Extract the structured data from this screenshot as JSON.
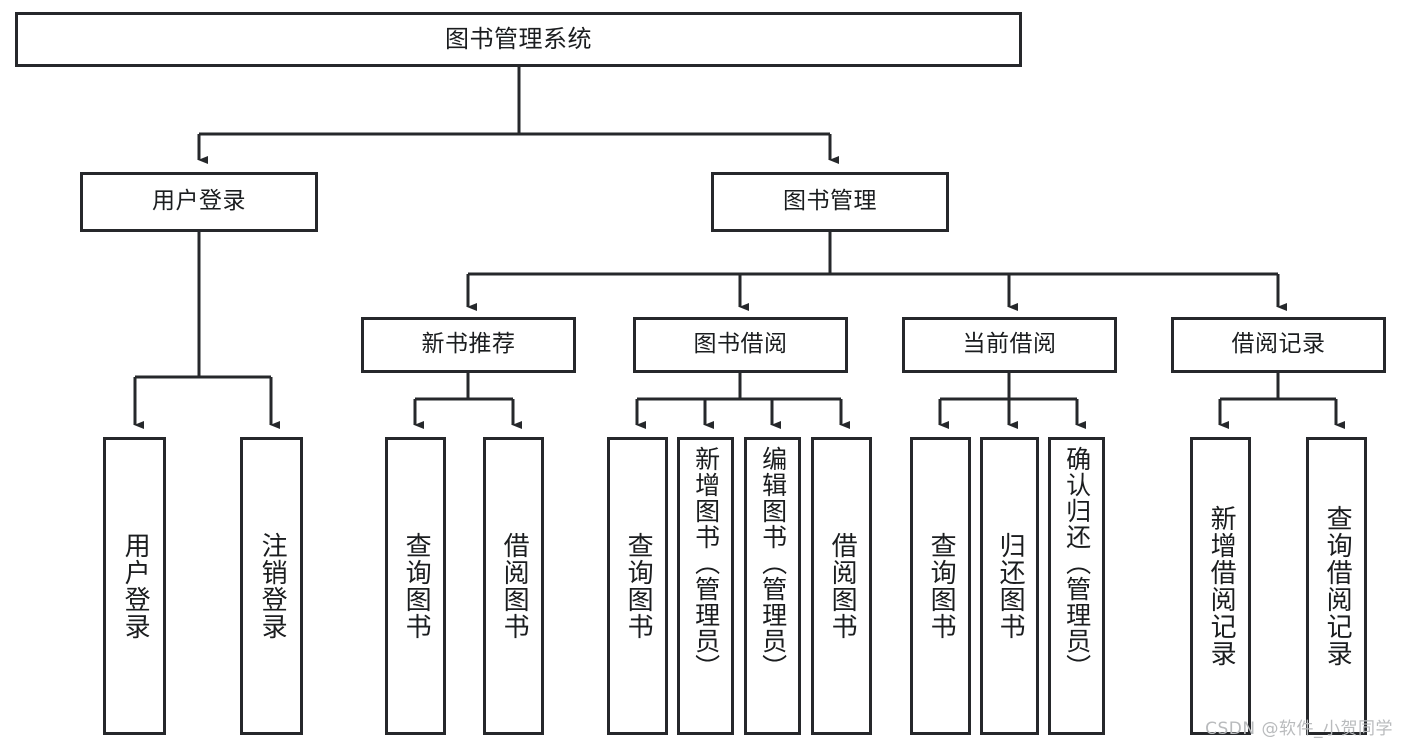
{
  "diagram": {
    "type": "tree-hierarchy",
    "root": {
      "id": "root",
      "label": "图书管理系统"
    },
    "level1": [
      {
        "id": "user-login",
        "label": "用户登录"
      },
      {
        "id": "book-management",
        "label": "图书管理"
      }
    ],
    "level2": [
      {
        "id": "new-book-recommend",
        "label": "新书推荐",
        "parent": "book-management"
      },
      {
        "id": "book-borrow",
        "label": "图书借阅",
        "parent": "book-management"
      },
      {
        "id": "current-borrow",
        "label": "当前借阅",
        "parent": "book-management"
      },
      {
        "id": "borrow-record",
        "label": "借阅记录",
        "parent": "book-management"
      }
    ],
    "leaves": {
      "user-login": [
        {
          "id": "leaf-user-login",
          "label": "用户登录"
        },
        {
          "id": "leaf-logout-login",
          "label": "注销登录"
        }
      ],
      "new-book-recommend": [
        {
          "id": "leaf-query-book-1",
          "label": "查询图书"
        },
        {
          "id": "leaf-borrow-book-1",
          "label": "借阅图书"
        }
      ],
      "book-borrow": [
        {
          "id": "leaf-query-book-2",
          "label": "查询图书"
        },
        {
          "id": "leaf-add-book",
          "label": "新增图书（管理员）"
        },
        {
          "id": "leaf-edit-book",
          "label": "编辑图书（管理员）"
        },
        {
          "id": "leaf-borrow-book-2",
          "label": "借阅图书"
        }
      ],
      "current-borrow": [
        {
          "id": "leaf-query-book-3",
          "label": "查询图书"
        },
        {
          "id": "leaf-return-book",
          "label": "归还图书"
        },
        {
          "id": "leaf-confirm-return",
          "label": "确认归还（管理员）"
        }
      ],
      "borrow-record": [
        {
          "id": "leaf-add-record",
          "label": "新增借阅记录"
        },
        {
          "id": "leaf-query-record",
          "label": "查询借阅记录"
        }
      ]
    }
  },
  "watermark": {
    "text": "CSDN @软件_小贺同学"
  },
  "colors": {
    "stroke": "#26282b",
    "background": "#ffffff",
    "text": "#1b1d1f",
    "watermark": "#b9bbbd"
  }
}
